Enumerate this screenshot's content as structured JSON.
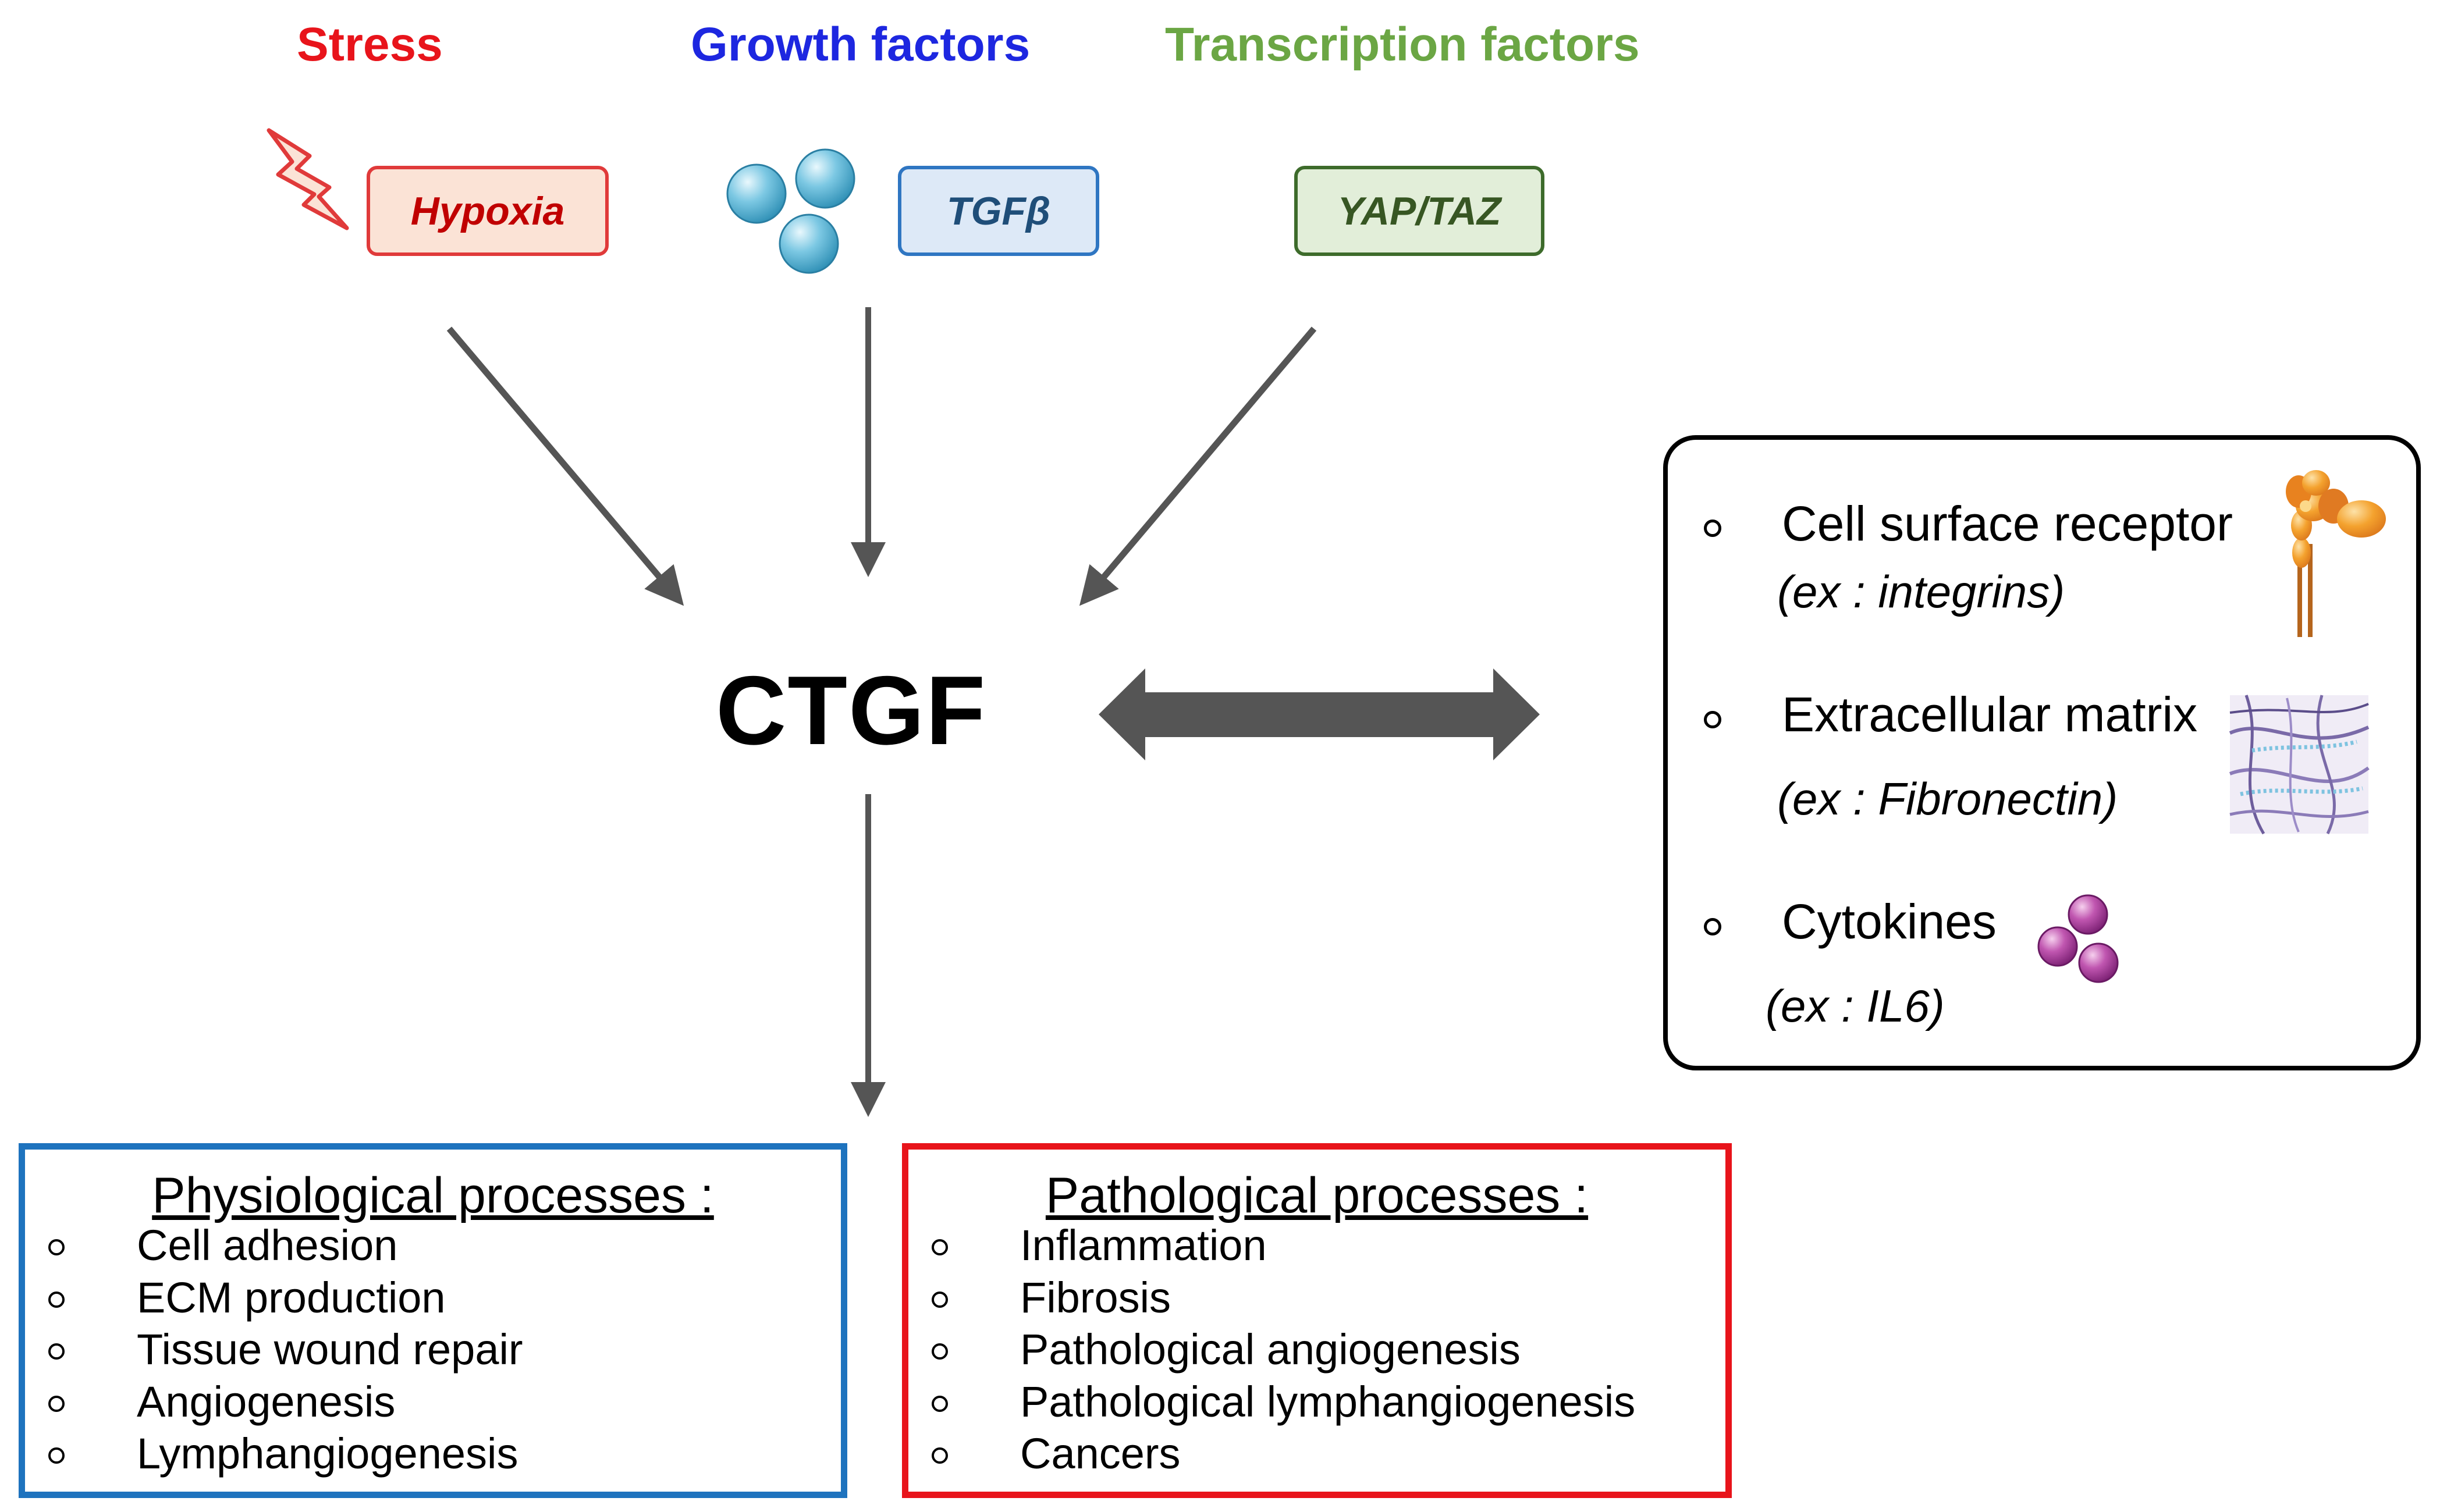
{
  "headers": {
    "stress": "Stress",
    "growth_factors": "Growth factors",
    "transcription_factors": "Transcription factors"
  },
  "inputs": {
    "hypoxia": "Hypoxia",
    "tgfb": "TGFβ",
    "yaptaz": "YAP/TAZ"
  },
  "center": {
    "label": "CTGF"
  },
  "interactors": [
    {
      "label": "Cell surface receptor",
      "example": "(ex : integrins)",
      "icon": "integrin-receptor-icon"
    },
    {
      "label": "Extracellular matrix",
      "example": "(ex : Fibronectin)",
      "icon": "fibronectin-matrix-icon"
    },
    {
      "label": "Cytokines",
      "example": "(ex : IL6)",
      "icon": "cytokine-spheres-icon"
    }
  ],
  "physiological": {
    "title": "Physiological processes :",
    "items": [
      "Cell adhesion",
      "ECM production",
      "Tissue wound repair",
      "Angiogenesis",
      "Lymphangiogenesis"
    ]
  },
  "pathological": {
    "title": "Pathological processes :",
    "items": [
      "Inflammation",
      "Fibrosis",
      "Pathological angiogenesis",
      "Pathological lymphangiogenesis",
      "Cancers"
    ]
  },
  "colors": {
    "stress": "#e8141b",
    "growth": "#1d27e0",
    "transcription": "#6ba644",
    "hypoxia_fill": "#fbe3d6",
    "hypoxia_border": "#e03a3a",
    "hypoxia_text": "#c00000",
    "tgfb_fill": "#dde9f7",
    "tgfb_border": "#2f76c2",
    "tgfb_text": "#1f4e79",
    "yaptaz_fill": "#e2eed9",
    "yaptaz_border": "#3d6b2b",
    "yaptaz_text": "#375623",
    "arrow": "#555555",
    "phys_border": "#1e73be",
    "path_border": "#e8141b"
  }
}
